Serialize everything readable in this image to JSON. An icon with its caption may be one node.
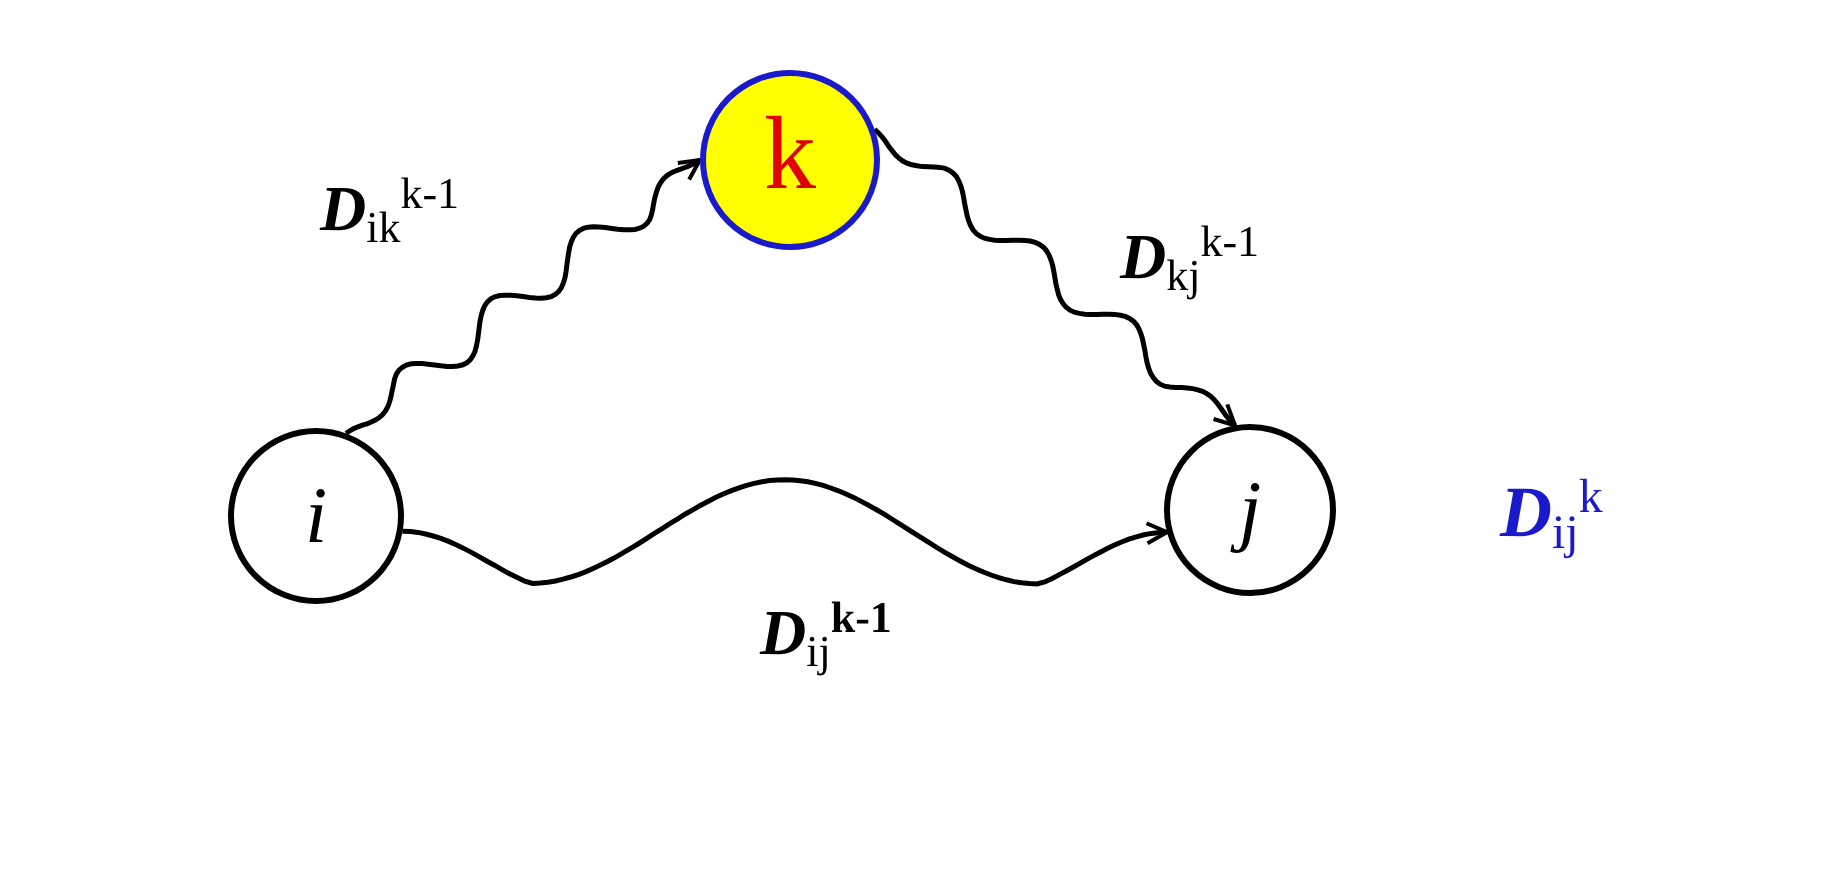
{
  "diagram": {
    "nodes": [
      {
        "text": [
          "i"
        ]
      },
      {
        "text": [
          "k"
        ]
      },
      {
        "text": [
          "j"
        ]
      }
    ],
    "edges": [
      {
        "from": 0,
        "to": 1,
        "arrow": "to",
        "label": "**D**$_{ik}$$^{k-1}$"
      },
      {
        "from": 1,
        "to": 2,
        "arrow": "to",
        "label": "**D**$_{kj}$$^{k-1}$"
      },
      {
        "from": 0,
        "to": 2,
        "arrow": "to",
        "label": "**D**$_{ij}$$^{k-1}$"
      }
    ],
    "labels": [
      "**D**$_{ij}$$^{k}$"
    ]
  }
}
